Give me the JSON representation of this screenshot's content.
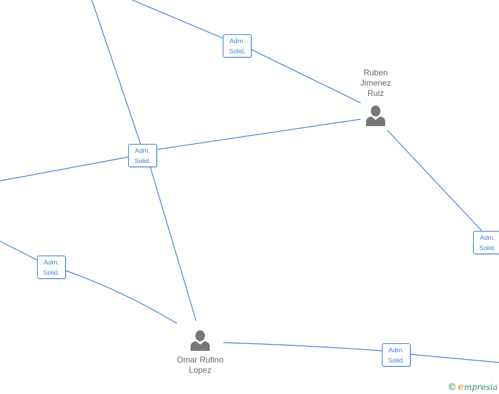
{
  "colors": {
    "edge": "#3a7fd5",
    "person_icon": "#777777",
    "label": "#666666"
  },
  "people": [
    {
      "id": "ruben",
      "name_lines": [
        "Ruben",
        "Jimenez",
        "Ruiz"
      ]
    },
    {
      "id": "omar",
      "name_lines": [
        "Omar Rufino",
        "Lopez"
      ]
    }
  ],
  "relation_label": {
    "line1": "Adm.",
    "line2": "Solid."
  },
  "relations": [
    {
      "id": "rel-1",
      "label": [
        "Adm.",
        "Solid."
      ]
    },
    {
      "id": "rel-2",
      "label": [
        "Adm.",
        "Solid."
      ]
    },
    {
      "id": "rel-3",
      "label": [
        "Adm.",
        "Solid."
      ]
    },
    {
      "id": "rel-4",
      "label": [
        "Adm.",
        "Solid."
      ]
    },
    {
      "id": "rel-5",
      "label": [
        "Adm.",
        "Solid."
      ]
    }
  ],
  "footer": {
    "copyright_symbol": "©",
    "brand_initial": "e",
    "brand_rest": "mpresia"
  }
}
